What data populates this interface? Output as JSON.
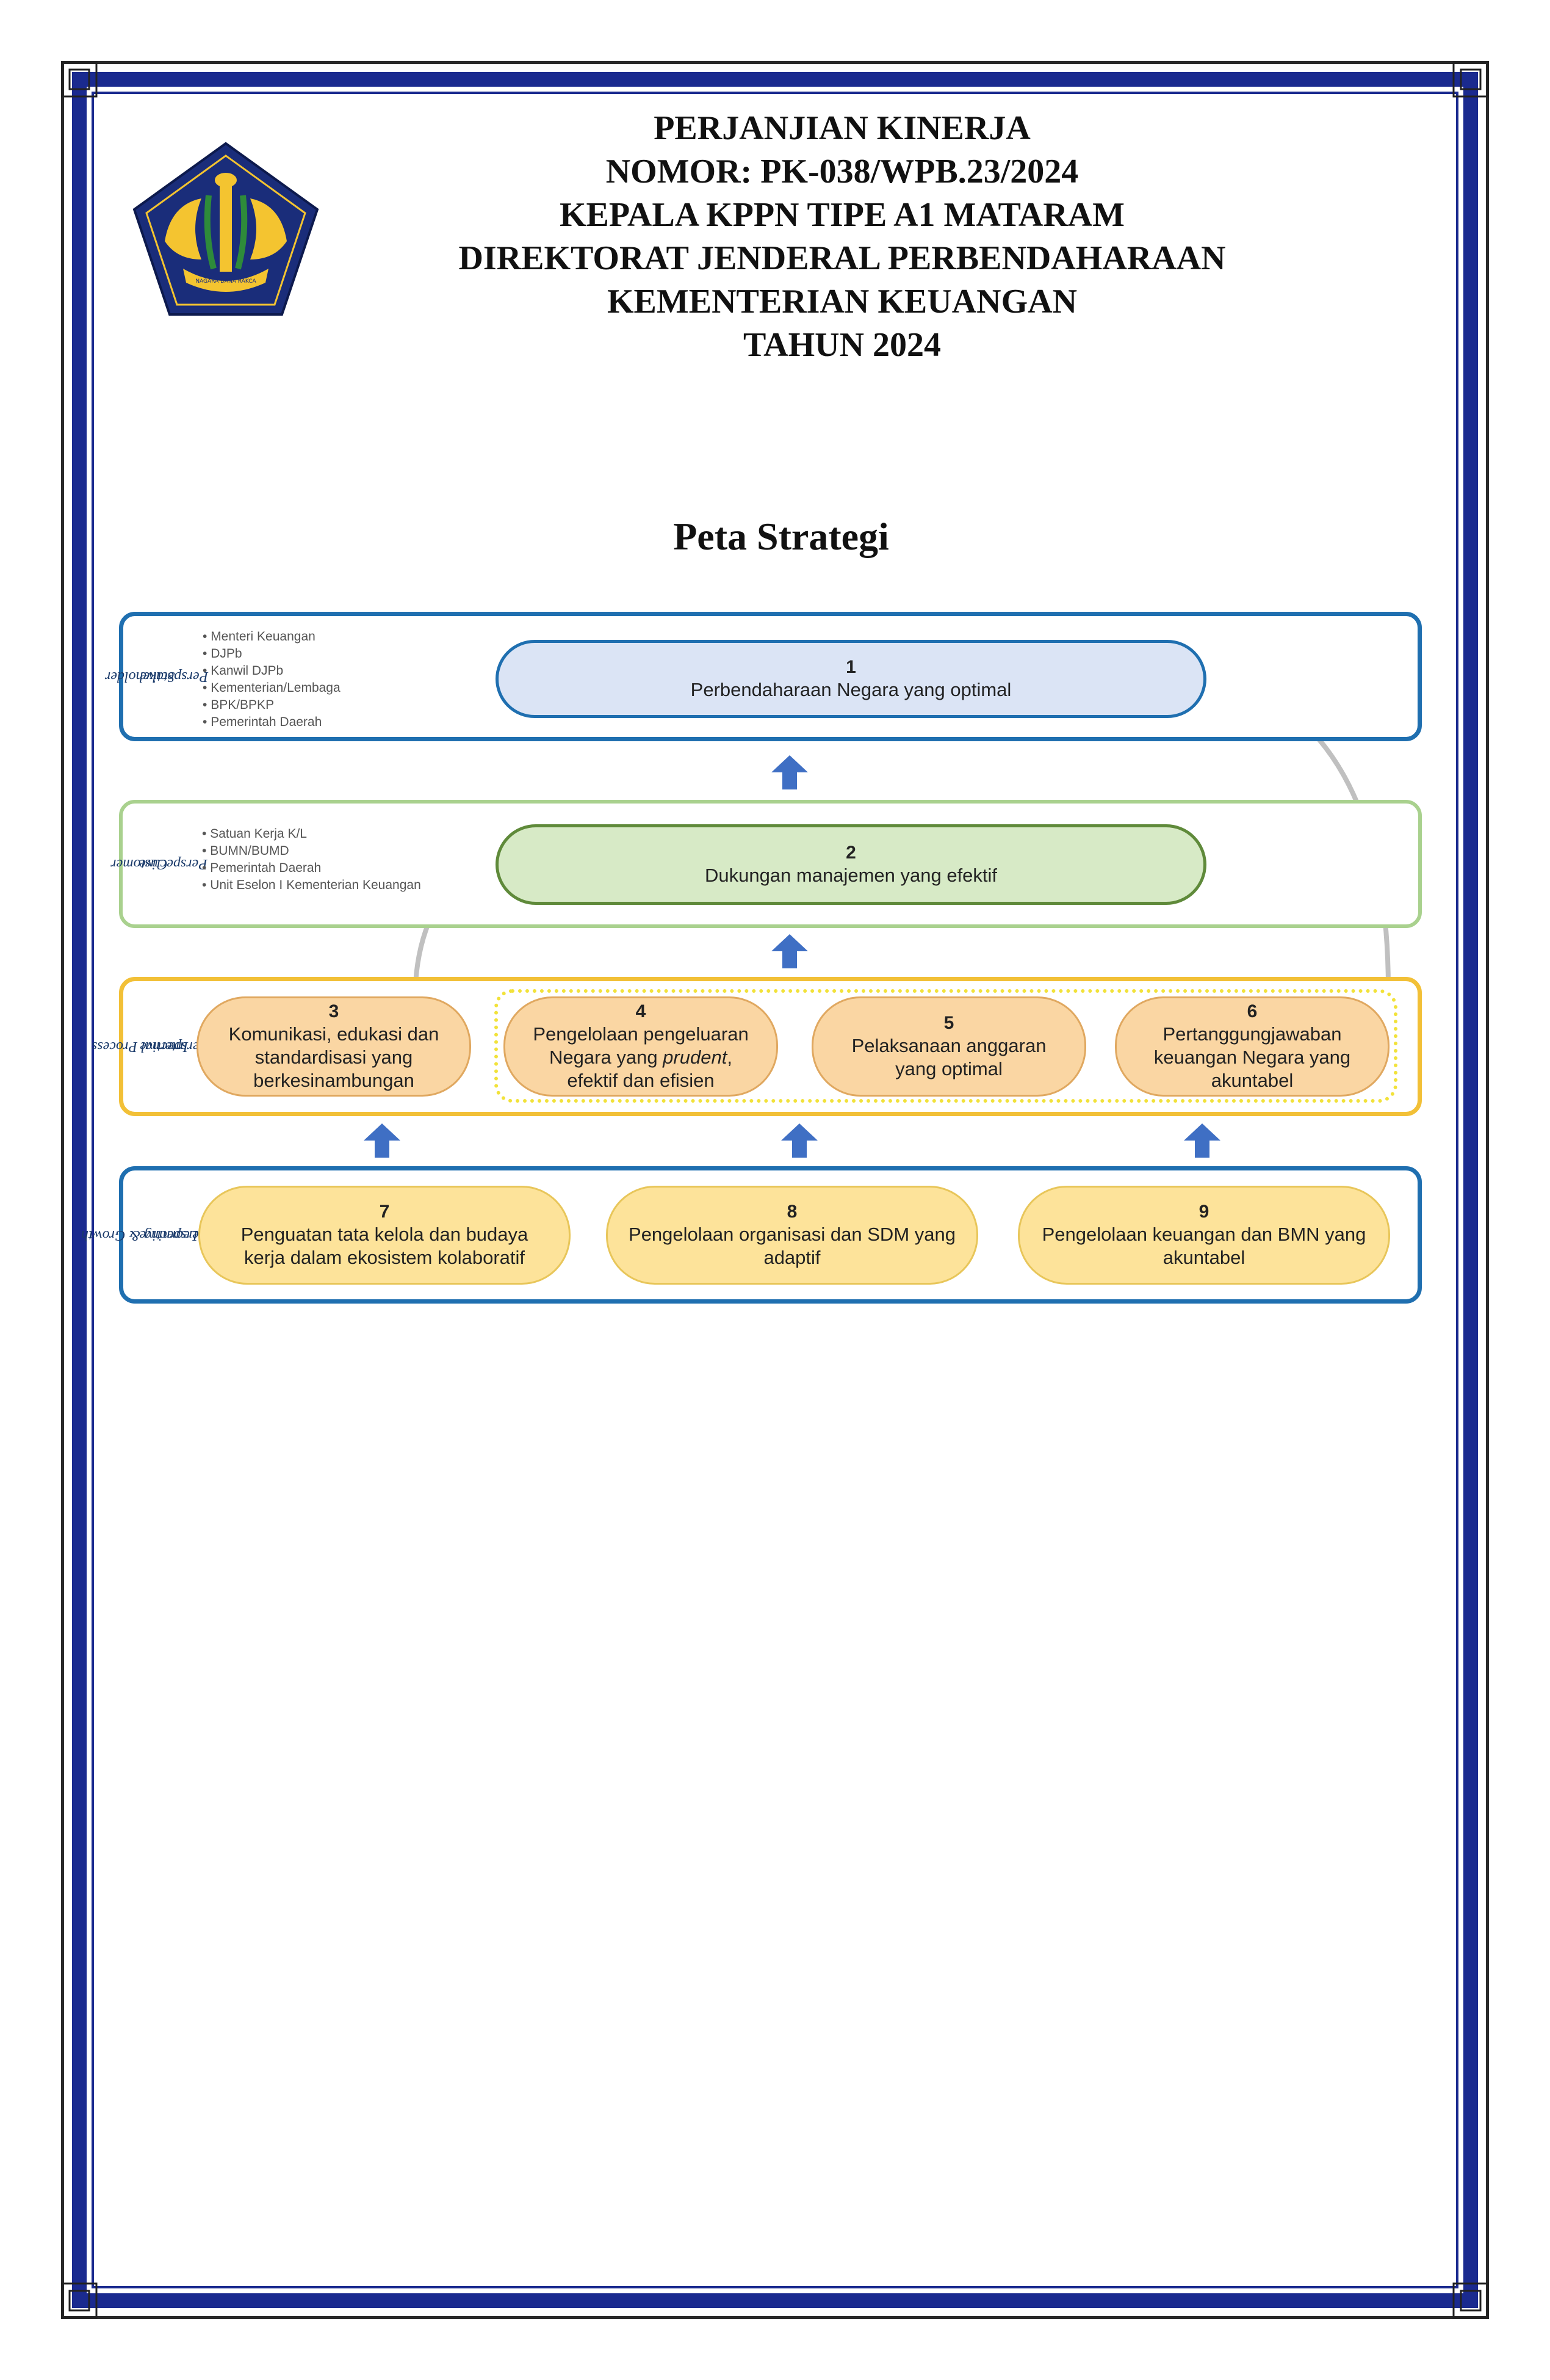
{
  "header": {
    "lines": [
      "PERJANJIAN KINERJA",
      "NOMOR: PK-038/WPB.23/2024",
      "KEPALA KPPN TIPE A1 MATARAM",
      "DIREKTORAT JENDERAL PERBENDAHARAAN",
      "KEMENTERIAN KEUANGAN",
      "TAHUN 2024"
    ]
  },
  "logo": {
    "ribbon_text": "NAGARA DANA RAKCA"
  },
  "map": {
    "title": "Peta Strategi",
    "perspectives": {
      "stakeholder": {
        "label_line1": "Stakeholder",
        "label_line2": "Perspective",
        "items": [
          "Menteri Keuangan",
          "DJPb",
          "Kanwil DJPb",
          "Kementerian/Lembaga",
          "BPK/BPKP",
          "Pemerintah Daerah"
        ]
      },
      "customer": {
        "label_line1": "Customer",
        "label_line2": "Perspective",
        "items": [
          "Satuan Kerja K/L",
          "BUMN/BUMD",
          "Pemerintah Daerah",
          "Unit Eselon I Kementerian Keuangan"
        ]
      },
      "internal": {
        "label_line1": "Internal Process",
        "label_line2": "Perspective"
      },
      "learning": {
        "label_line1": "Learning & Growth",
        "label_line2": "Perspective"
      }
    },
    "objectives": {
      "o1": {
        "num": "1",
        "text": "Perbendaharaan Negara yang optimal"
      },
      "o2": {
        "num": "2",
        "text": "Dukungan manajemen yang efektif"
      },
      "o3": {
        "num": "3",
        "line1": "Komunikasi, edukasi dan",
        "line2": "standardisasi yang",
        "line3": "berkesinambungan"
      },
      "o4": {
        "num": "4",
        "line1": "Pengelolaan pengeluaran",
        "line2_pre": "Negara yang ",
        "line2_em": "prudent",
        "line2_post": ",",
        "line3": "efektif dan efisien"
      },
      "o5": {
        "num": "5",
        "line1": "Pelaksanaan anggaran",
        "line2": "yang optimal"
      },
      "o6": {
        "num": "6",
        "line1": "Pertanggungjawaban",
        "line2": "keuangan Negara yang",
        "line3": "akuntabel"
      },
      "o7": {
        "num": "7",
        "line1": "Penguatan tata kelola dan budaya",
        "line2": "kerja dalam ekosistem kolaboratif"
      },
      "o8": {
        "num": "8",
        "line1": "Pengelolaan organisasi dan SDM yang",
        "line2": "adaptif"
      },
      "o9": {
        "num": "9",
        "line1": "Pengelolaan keuangan dan BMN yang",
        "line2": "akuntabel"
      }
    }
  },
  "colors": {
    "frame_blue": "#1a2a8f",
    "stakeholder_border": "#1f6fb0",
    "stakeholder_fill": "#dbe4f5",
    "customer_border": "#a9d18e",
    "customer_fill": "#d7eac6",
    "customer_obj_border": "#5f8a3a",
    "internal_border": "#f2c037",
    "internal_fill": "#fad6a3",
    "learning_border": "#1f6fb0",
    "learning_fill": "#fde39a",
    "arrow_blue": "#3f6fc4",
    "connector_grey": "#c0c0c0"
  }
}
